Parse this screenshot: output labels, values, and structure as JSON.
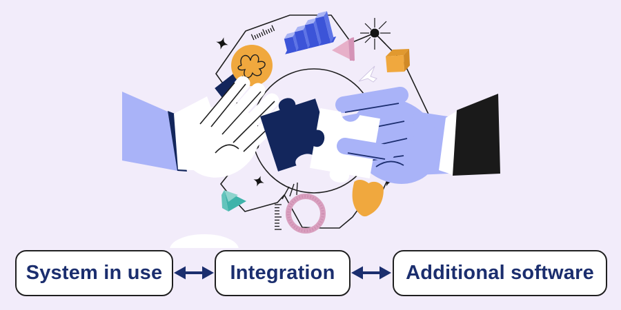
{
  "scene": {
    "background_color": "#F2ECFA",
    "illustration": {
      "subject": "two hands joining jigsaw puzzle pieces inside a gear outline surrounded by tech icons",
      "icons": [
        "gear-outline",
        "circle-outline",
        "bar-chart-icon",
        "ruler-marks-icon",
        "lightbulb-icon",
        "sparkle-icon",
        "pink-cone-icon",
        "starburst-icon",
        "cube-icon",
        "cursor-arrow-icon",
        "teal-cone-icon",
        "scribble-ring-icon",
        "shield-icon",
        "puzzle-piece-dark",
        "puzzle-piece-light",
        "left-hand",
        "right-hand"
      ],
      "colors": {
        "periwinkle": "#A9B3F8",
        "navy": "#13265C",
        "royal_blue": "#3C54D8",
        "light_blue": "#A9B4F4",
        "yellow_orange": "#F0A83E",
        "pink": "#E7B0C9",
        "ring_pink": "#D9A0BF",
        "teal": "#3FB3AA",
        "sleeve_black": "#1A1A1A",
        "outline_black": "#1E1E1E",
        "white": "#FFFFFF"
      }
    }
  },
  "flow": {
    "box_background": "#FFFFFF",
    "box_border_color": "#1F1F1F",
    "text_color": "#1B2E6E",
    "arrow_color": "#1B2E6E",
    "boxes": [
      {
        "id": "system-in-use",
        "label": "System in use"
      },
      {
        "id": "integration",
        "label": "Integration"
      },
      {
        "id": "additional-software",
        "label": "Additional software"
      }
    ],
    "connectors": [
      {
        "type": "double-headed-arrow"
      },
      {
        "type": "double-headed-arrow"
      }
    ]
  }
}
